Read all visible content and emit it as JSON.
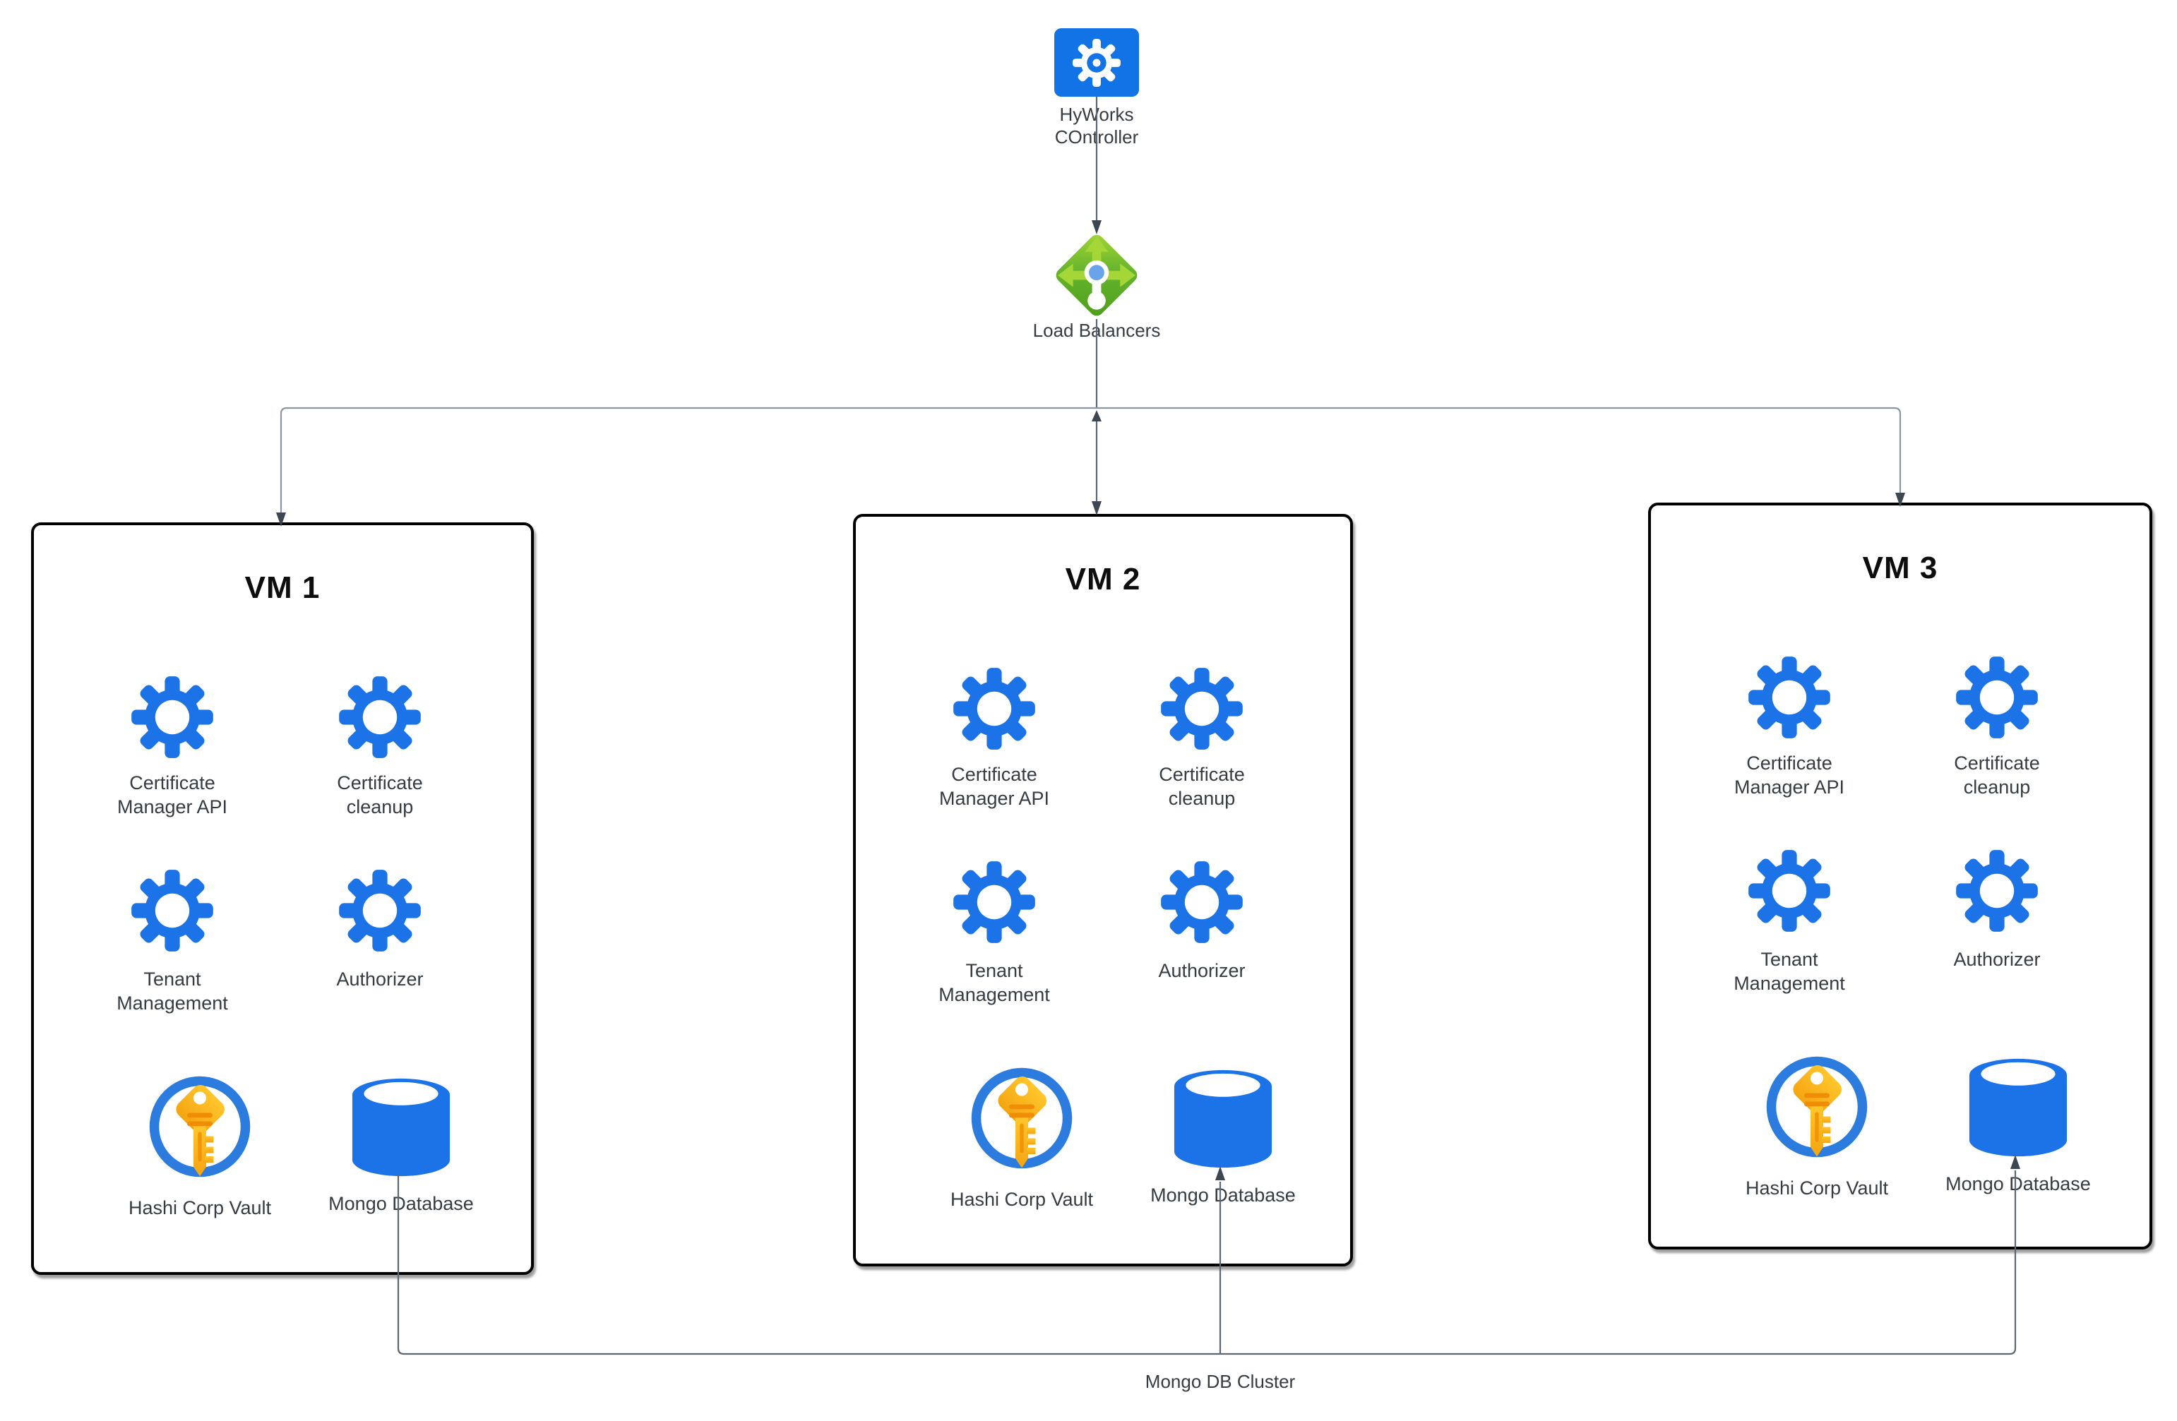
{
  "diagram": {
    "controller": {
      "label": "HyWorks\nCOntroller"
    },
    "load_balancers": {
      "label": "Load Balancers"
    },
    "vms": [
      {
        "title": "VM 1",
        "services": [
          {
            "label": "Certificate\nManager API"
          },
          {
            "label": "Certificate\ncleanup"
          },
          {
            "label": "Tenant\nManagement"
          },
          {
            "label": "Authorizer"
          }
        ],
        "vault": {
          "label": "Hashi Corp Vault"
        },
        "database": {
          "label": "Mongo Database"
        }
      },
      {
        "title": "VM 2",
        "services": [
          {
            "label": "Certificate\nManager API"
          },
          {
            "label": "Certificate\ncleanup"
          },
          {
            "label": "Tenant\nManagement"
          },
          {
            "label": "Authorizer"
          }
        ],
        "vault": {
          "label": "Hashi Corp Vault"
        },
        "database": {
          "label": "Mongo Database"
        }
      },
      {
        "title": "VM 3",
        "services": [
          {
            "label": "Certificate\nManager API"
          },
          {
            "label": "Certificate\ncleanup"
          },
          {
            "label": "Tenant\nManagement"
          },
          {
            "label": "Authorizer"
          }
        ],
        "vault": {
          "label": "Hashi Corp Vault"
        },
        "database": {
          "label": "Mongo Database"
        }
      }
    ],
    "cluster": {
      "label": "Mongo DB Cluster"
    }
  },
  "colors": {
    "primary_blue": "#1C73E8",
    "controller_blue": "#1273E6",
    "lb_green": "#66B42C",
    "lb_green_dark": "#4E9E1C",
    "lb_arrow_green": "#A3D636",
    "lb_dot_blue": "#69A3E9",
    "vault_ring_blue": "#2C7CE0",
    "key_gold": "#FFC72B",
    "key_gold_dark": "#F5A411",
    "key_orange": "#EF8E06",
    "line_gray": "#5E6670",
    "line_gray_light": "#8F969E",
    "arrow_dark": "#3D4752",
    "box_border": "#000000",
    "label_text": "#363C41",
    "title_text": "#0D0D0D"
  }
}
